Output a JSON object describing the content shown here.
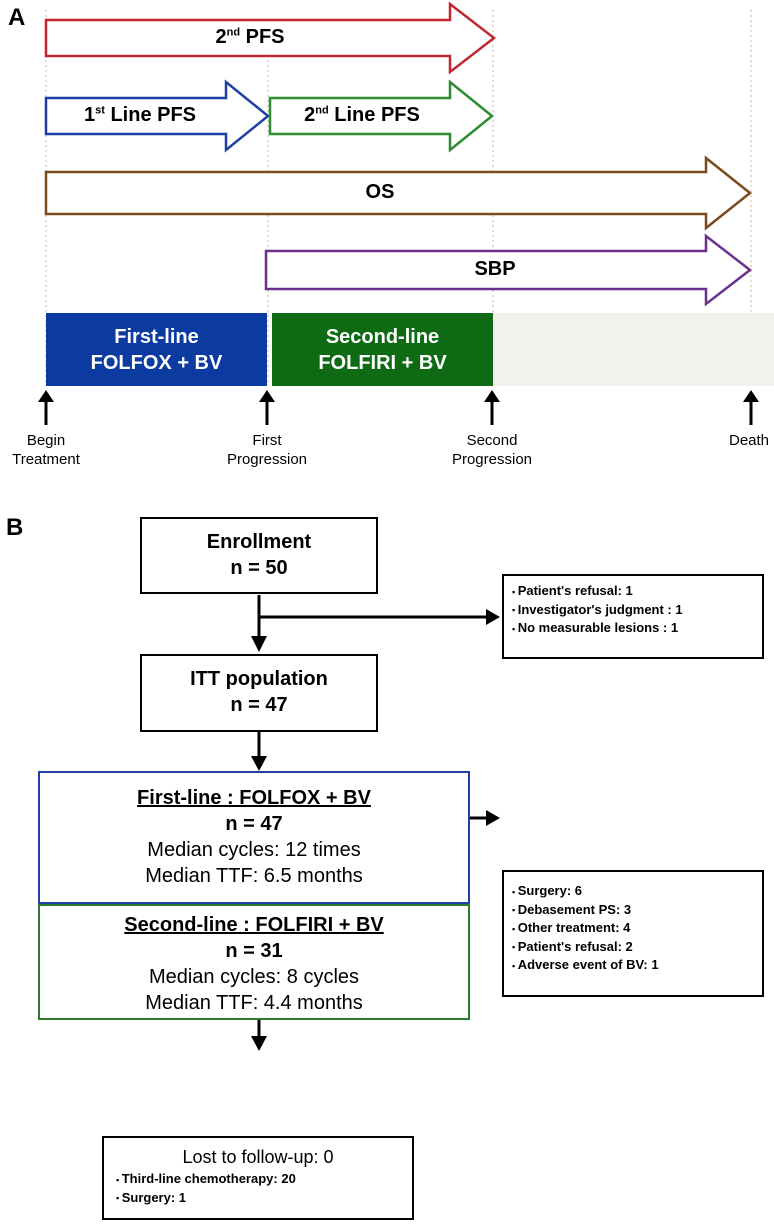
{
  "panel_a": {
    "label": "A",
    "arrows": {
      "second_pfs": {
        "prefix": "2",
        "sup": "nd",
        "suffix": " PFS",
        "color": "#c0282d"
      },
      "first_line_pfs": {
        "prefix": "1",
        "sup": "st",
        "suffix": " Line PFS",
        "color": "#1f3fa6"
      },
      "second_line_pfs": {
        "prefix": "2",
        "sup": "nd",
        "suffix": " Line PFS",
        "color": "#2e8b2e"
      },
      "os": {
        "text": "OS",
        "color": "#7a4a1e"
      },
      "sbp": {
        "text": "SBP",
        "color": "#6b2f8e"
      }
    },
    "phases": {
      "first_line": {
        "line1": "First-line",
        "line2": "FOLFOX + BV",
        "color": "#0b3aa0"
      },
      "second_line": {
        "line1": "Second-line",
        "line2": "FOLFIRI + BV",
        "color": "#0e6b14"
      },
      "remainder_color": "#f3f1ec"
    },
    "milestones": {
      "begin": {
        "line1": "Begin",
        "line2": "Treatment"
      },
      "first_progression": {
        "line1": "First",
        "line2": "Progression"
      },
      "second_progression": {
        "line1": "Second",
        "line2": "Progression"
      },
      "death": {
        "line1": "Death"
      }
    }
  },
  "panel_b": {
    "label": "B",
    "enrollment": {
      "title": "Enrollment",
      "n": "n = 50"
    },
    "exclusions_1": [
      "Patient's refusal: 1",
      "Investigator's judgment : 1",
      "No measurable lesions : 1"
    ],
    "itt": {
      "title": "ITT population",
      "n": "n = 47"
    },
    "first_line": {
      "title": "First-line : FOLFOX + BV",
      "n": "n = 47",
      "cycles": "Median cycles: 12 times",
      "ttf": "Median TTF: 6.5 months",
      "border": "#1f3fa6"
    },
    "exclusions_2": [
      "Surgery: 6",
      "Debasement PS: 3",
      "Other treatment: 4",
      "Patient's refusal: 2",
      "Adverse event of BV: 1"
    ],
    "second_line": {
      "title": "Second-line : FOLFIRI + BV",
      "n": "n = 31",
      "cycles": "Median cycles: 8 cycles",
      "ttf": "Median TTF: 4.4 months",
      "border": "#2e7d2e"
    },
    "final": {
      "title": "Lost to follow-up:  0",
      "items": [
        "Third-line chemotherapy: 20",
        "Surgery: 1"
      ]
    }
  }
}
